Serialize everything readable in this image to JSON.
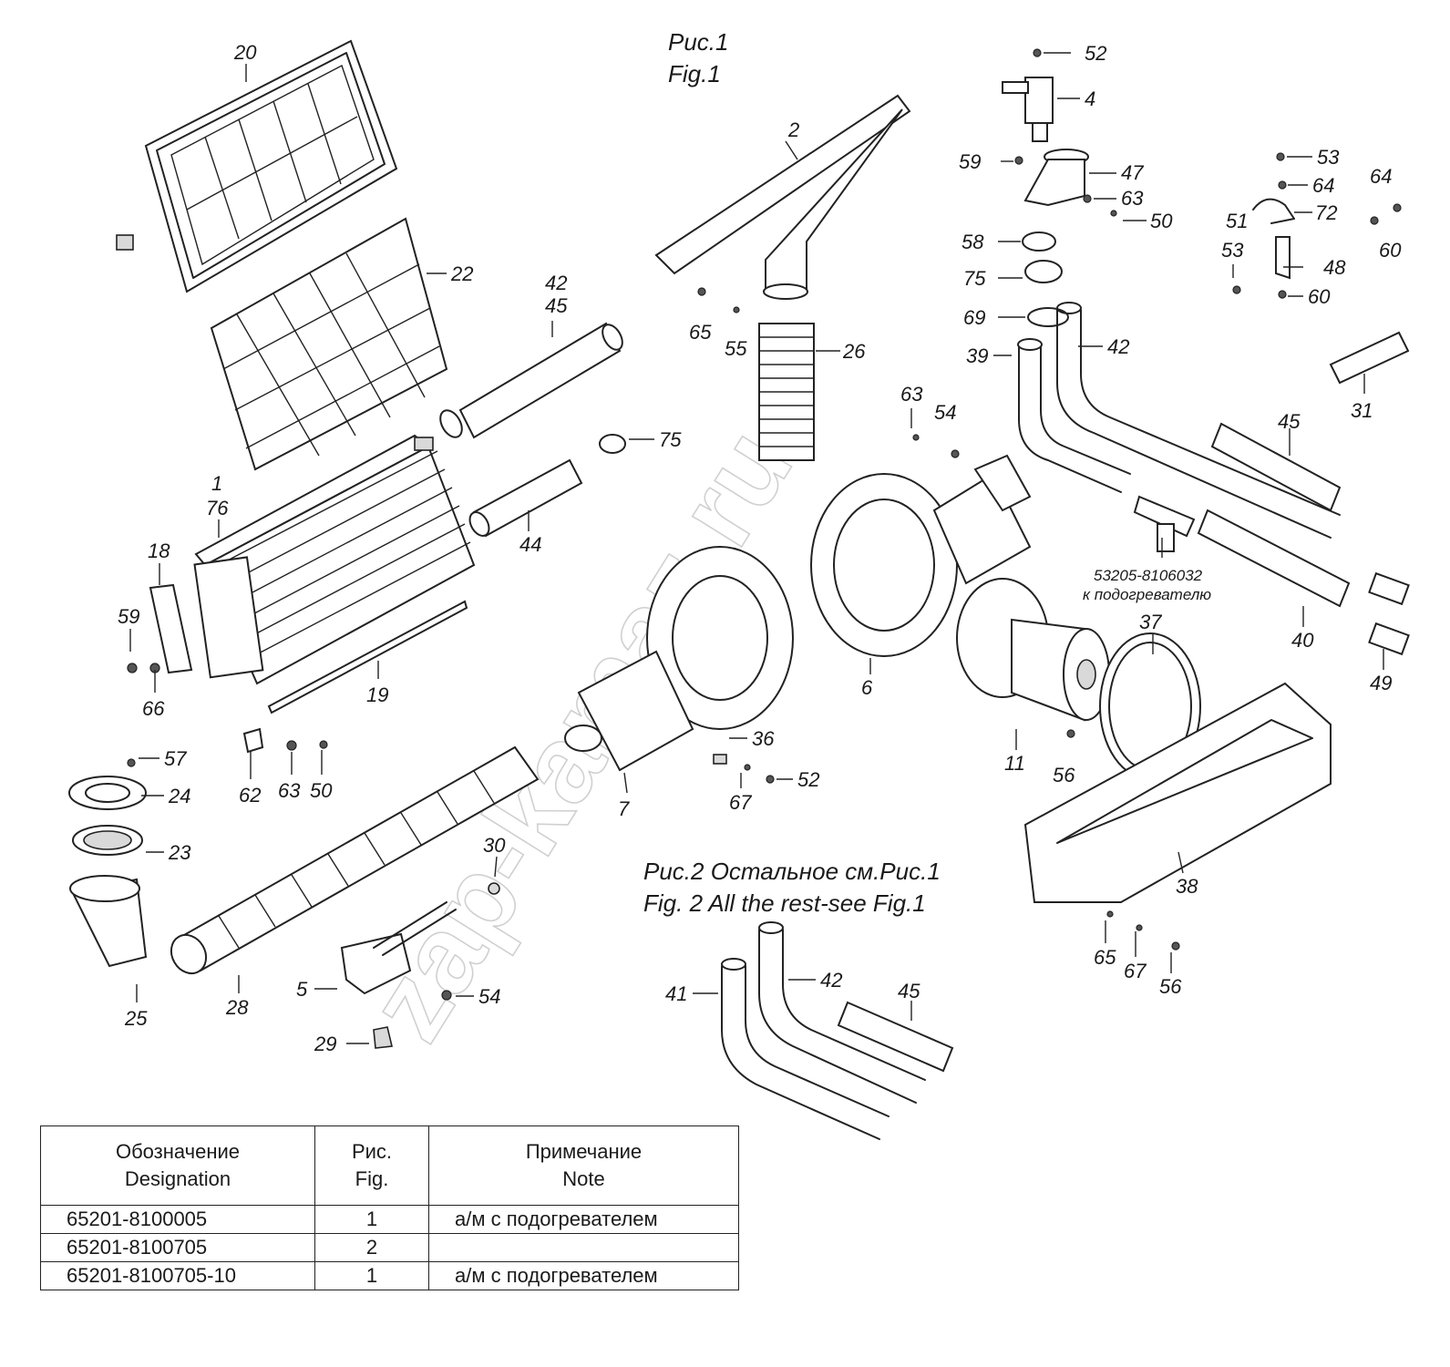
{
  "captions": {
    "fig1_ru": "Рис.1",
    "fig1_en": "Fig.1",
    "fig2_ru": "Рис.2 Остальное см.Рис.1",
    "fig2_en": "Fig. 2 All the rest-see Fig.1"
  },
  "heater_note": {
    "part_number": "53205-8106032",
    "text": "к подогревателю"
  },
  "watermark": "zap-kamaz.ru",
  "callouts": [
    "52",
    "4",
    "2",
    "59",
    "47",
    "63",
    "50",
    "53",
    "64",
    "64",
    "51",
    "72",
    "60",
    "20",
    "58",
    "53",
    "48",
    "22",
    "75",
    "42",
    "45",
    "69",
    "60",
    "65",
    "55",
    "26",
    "39",
    "42",
    "31",
    "63",
    "54",
    "45",
    "75",
    "1",
    "76",
    "18",
    "44",
    "53205-8106032",
    "59",
    "66",
    "19",
    "6",
    "37",
    "11",
    "56",
    "40",
    "49",
    "36",
    "57",
    "62",
    "63",
    "50",
    "52",
    "67",
    "7",
    "24",
    "23",
    "30",
    "38",
    "41",
    "42",
    "45",
    "5",
    "54",
    "25",
    "28",
    "29",
    "65",
    "67",
    "56"
  ],
  "table": {
    "headers": [
      {
        "ru": "Обозначение",
        "en": "Designation"
      },
      {
        "ru": "Рис.",
        "en": "Fig."
      },
      {
        "ru": "Примечание",
        "en": "Note"
      }
    ],
    "rows": [
      {
        "designation": "65201-8100005",
        "fig": "1",
        "note": "а/м с подогревателем"
      },
      {
        "designation": "65201-8100705",
        "fig": "2",
        "note": ""
      },
      {
        "designation": "65201-8100705-10",
        "fig": "1",
        "note": "а/м с подогревателем"
      }
    ]
  }
}
